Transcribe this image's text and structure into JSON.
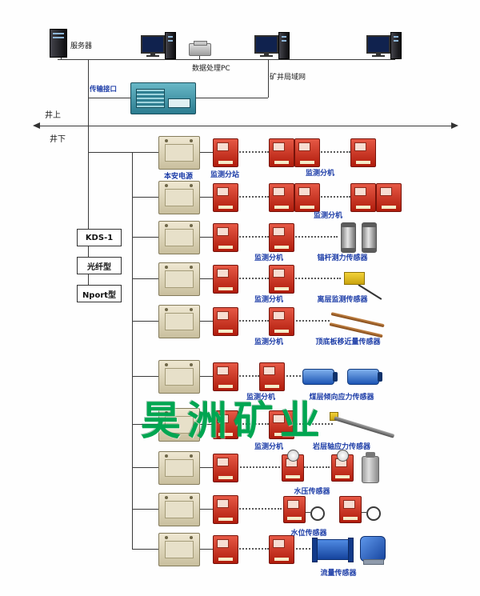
{
  "top": {
    "server": "服务器",
    "data_pc": "数据处理PC",
    "lan": "矿井局域网",
    "transmission": "传输接口"
  },
  "divider": {
    "above": "井上",
    "below": "井下"
  },
  "tags": [
    "KDS-1",
    "光纤型",
    "Nport型"
  ],
  "rows": [
    {
      "power_label": "本安电源",
      "station_label": "监测分站",
      "slave_label": "监测分机"
    },
    {
      "slave_label": "监测分机"
    },
    {
      "slave_label": "监测分机",
      "sensor_label": "锚杆测力传感器"
    },
    {
      "slave_label": "监测分机",
      "sensor_label": "离层监测传感器"
    },
    {
      "slave_label": "监测分机",
      "sensor_label": "顶底板移近量传感器"
    },
    {
      "slave_label": "监测分机",
      "sensor_label": "煤层倾向应力传感器"
    },
    {
      "slave_label": "监测分机",
      "sensor_label": "岩层轴应力传感器"
    },
    {
      "sensor_label": "水压传感器"
    },
    {
      "sensor_label": "水位传感器"
    },
    {
      "sensor_label": "流量传感器"
    }
  ],
  "watermark": "昊洲矿业",
  "colors": {
    "monitor_red": "#c6281a",
    "enclosure_beige": "#d9d0b2",
    "watermark_green": "#00a651",
    "label_blue": "#1e3ea8",
    "device_teal": "#3f93a6"
  }
}
